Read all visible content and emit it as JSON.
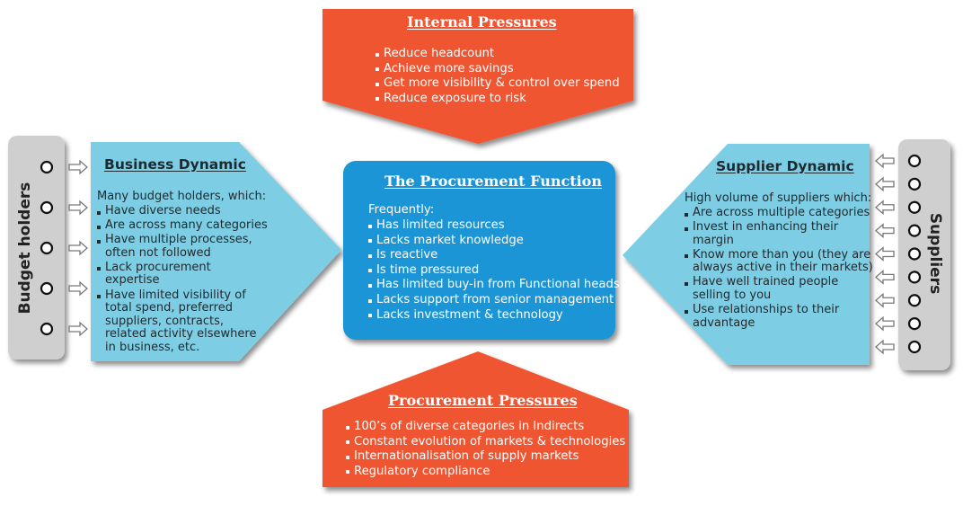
{
  "colors": {
    "pressure_orange": "#f05532",
    "procurement_blue": "#1e95d6",
    "dynamic_lightblue": "#7dcee4",
    "holder_gray": "#cfcfcf"
  },
  "internal_pressures": {
    "title": "Internal Pressures",
    "items": [
      "Reduce headcount",
      "Achieve more savings",
      "Get more visibility & control over spend",
      "Reduce exposure to risk"
    ]
  },
  "procurement_function": {
    "title": "The Procurement Function",
    "intro": "Frequently:",
    "items": [
      "Has limited resources",
      "Lacks market knowledge",
      "Is reactive",
      "Is time pressured",
      "Has limited buy-in from Functional heads",
      "Lacks support from senior management",
      "Lacks investment & technology"
    ]
  },
  "business_dynamic": {
    "title": "Business Dynamic",
    "intro": "Many budget holders, which:",
    "items": [
      "Have diverse needs",
      "Are across many categories",
      "Have multiple processes,\noften not followed",
      "Lack procurement\nexpertise",
      "Have limited visibility of\ntotal spend, preferred\nsuppliers, contracts,\nrelated activity elsewhere\nin business, etc."
    ]
  },
  "supplier_dynamic": {
    "title": "Supplier Dynamic",
    "intro": "High volume of suppliers which:",
    "items": [
      "Are across multiple categories",
      "Invest in enhancing their\nmargin",
      "Know more than you (they are\nalways active in their markets)",
      "Have well trained people\nselling to you",
      "Use relationships to their\nadvantage"
    ]
  },
  "procurement_pressures": {
    "title": "Procurement Pressures",
    "items": [
      "100’s of diverse categories in Indirects",
      "Constant evolution of markets & technologies",
      "Internationalisation of supply markets",
      "Regulatory compliance"
    ]
  },
  "budget_holders": {
    "label": "Budget holders",
    "node_count": 5,
    "arrow_direction": "right"
  },
  "suppliers": {
    "label": "Suppliers",
    "node_count": 9,
    "arrow_direction": "left"
  }
}
